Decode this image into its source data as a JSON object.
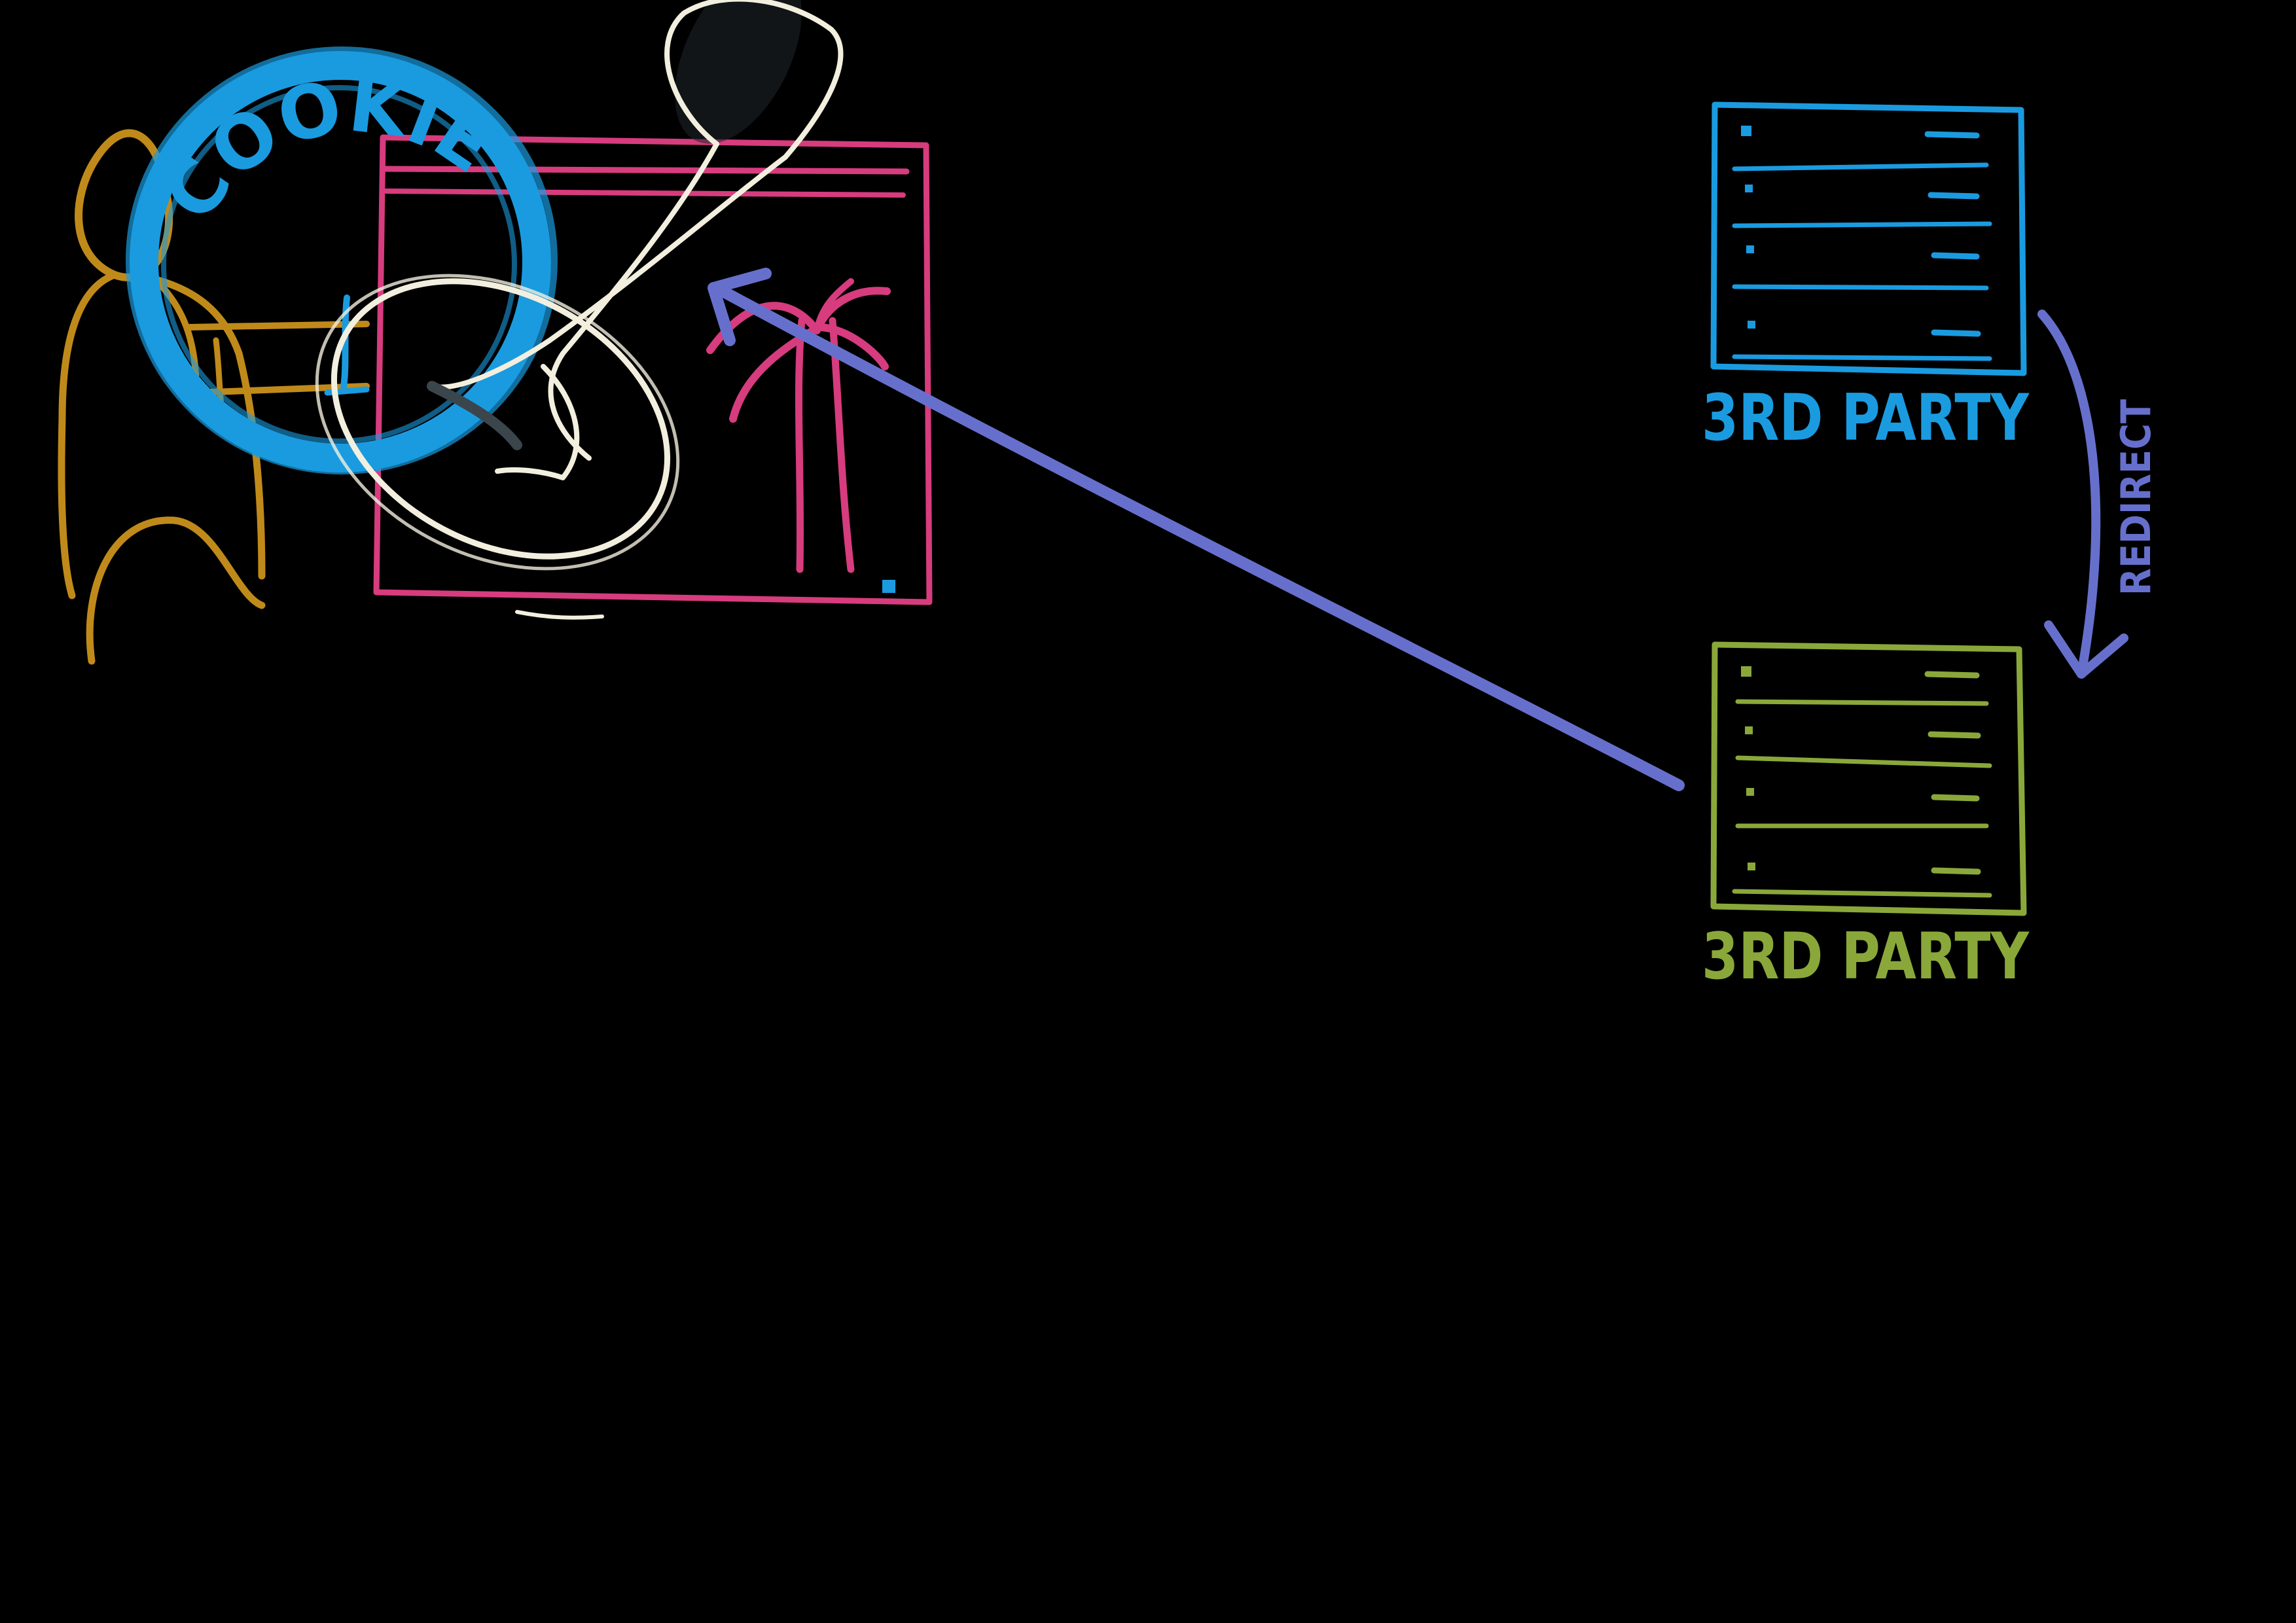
{
  "cookie_badge": {
    "label": "COOKIE"
  },
  "panels": [
    {
      "id": "top",
      "label": "3RD PARTY",
      "color": "#1a9be0"
    },
    {
      "id": "bottom",
      "label": "3RD PARTY",
      "color": "#8aa83a"
    }
  ],
  "redirect_label": "REDIRECT",
  "colors": {
    "background": "#000000",
    "cookie_blue": "#1a9be0",
    "person_gold": "#c08a1a",
    "browser_pink": "#d63c7e",
    "cream": "#f3efdf",
    "arrow_purple": "#6670cc",
    "panel_green": "#8aa83a"
  },
  "icons": [
    "person-icon",
    "cookie-badge-icon",
    "browser-window-icon",
    "palm-tree-icon",
    "magnifying-glass-icon",
    "list-panel-icon"
  ]
}
